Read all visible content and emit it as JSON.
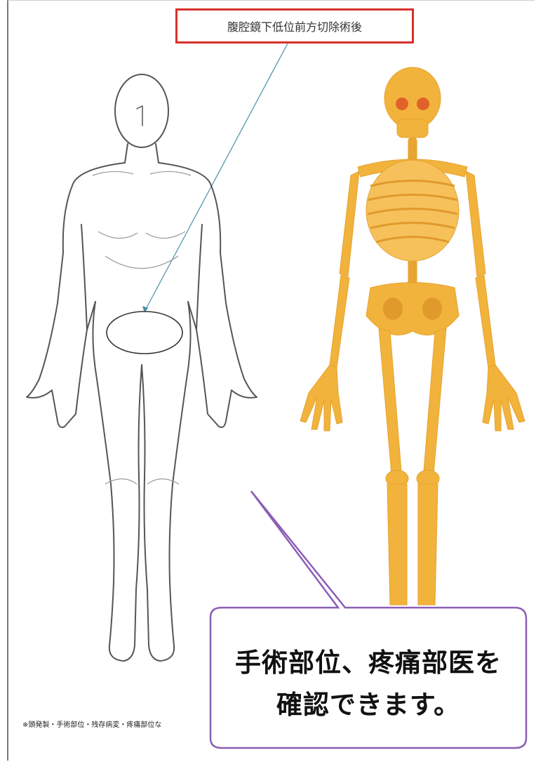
{
  "annotation": {
    "label": "腹腔鏡下低位前方切除術後"
  },
  "callout": {
    "line1": "手術部位、疼痛部医を",
    "line2": "確認できます。"
  },
  "footnote": {
    "text": "※頭発製・手術部位・残存病変・疼痛部位な"
  },
  "colors": {
    "bone": "#f2b33c",
    "bone_dark": "#d98d22",
    "outline": "#555555",
    "label_border": "#d8312b",
    "callout_border": "#8a5fb5"
  }
}
